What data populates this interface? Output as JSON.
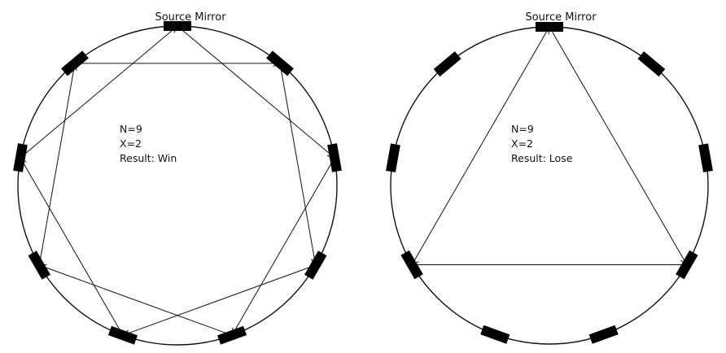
{
  "diagrams": [
    {
      "id": "left",
      "source_label": "Source Mirror",
      "info_lines": [
        "N=9",
        "X=2",
        "Result: Win"
      ],
      "mirror_count": 9,
      "step": 2
    },
    {
      "id": "right",
      "source_label": "Source Mirror",
      "info_lines": [
        "N=9",
        "X=2",
        "Result: Lose"
      ],
      "mirror_count": 9,
      "step": 3
    }
  ],
  "colors": {
    "ink": "#111111",
    "mirror": "#000000",
    "background": "#ffffff"
  }
}
